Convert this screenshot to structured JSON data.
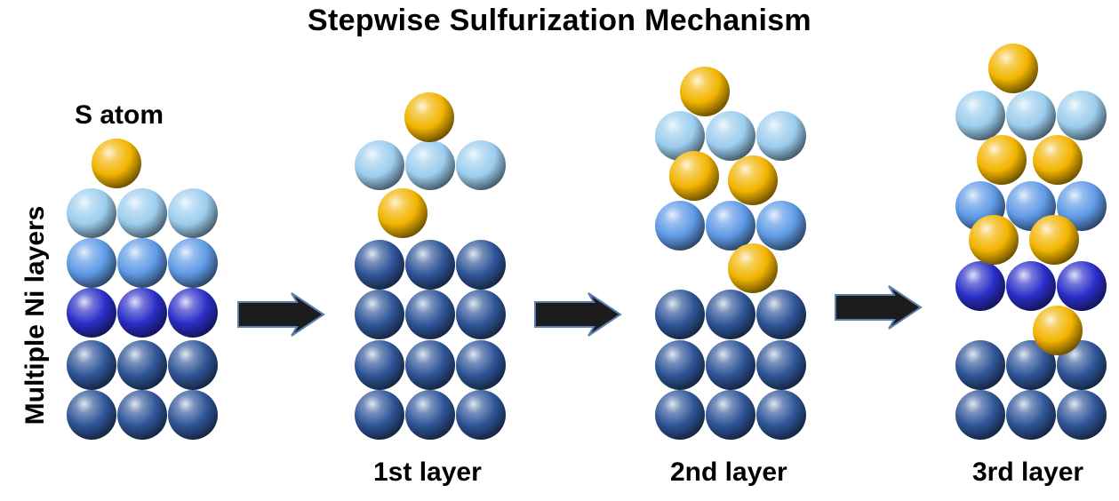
{
  "title": "Stepwise Sulfurization Mechanism",
  "labels": {
    "s_atom": "S atom",
    "y_axis": "Multiple Ni layers",
    "stage1": "1st layer",
    "stage2": "2nd layer",
    "stage3": "3rd layer"
  },
  "colors": {
    "sulfur": "#f2b400",
    "ni_light": "#9ccdee",
    "ni_mid": "#5f9ae6",
    "ni_bright": "#2a2ec8",
    "ni_dark": "#2f5598",
    "arrow": "#1c1c1c"
  },
  "atom_types": [
    "sulfur",
    "ni_light",
    "ni_mid",
    "ni_bright",
    "ni_dark"
  ],
  "panels": [
    {
      "name": "initial",
      "layers": [
        "ni_light",
        "ni_mid",
        "ni_bright",
        "ni_dark",
        "ni_dark"
      ],
      "sulfur_atoms": 1
    },
    {
      "name": "1st layer",
      "layers": [
        "ni_light",
        "ni_dark",
        "ni_dark",
        "ni_dark",
        "ni_dark"
      ],
      "sulfur_atoms": 2
    },
    {
      "name": "2nd layer",
      "layers": [
        "ni_light",
        "ni_mid",
        "ni_dark",
        "ni_dark",
        "ni_dark"
      ],
      "sulfur_atoms": 4
    },
    {
      "name": "3rd layer",
      "layers": [
        "ni_light",
        "ni_mid",
        "ni_bright",
        "ni_dark",
        "ni_dark"
      ],
      "sulfur_atoms": 6
    }
  ],
  "arrows": 3
}
